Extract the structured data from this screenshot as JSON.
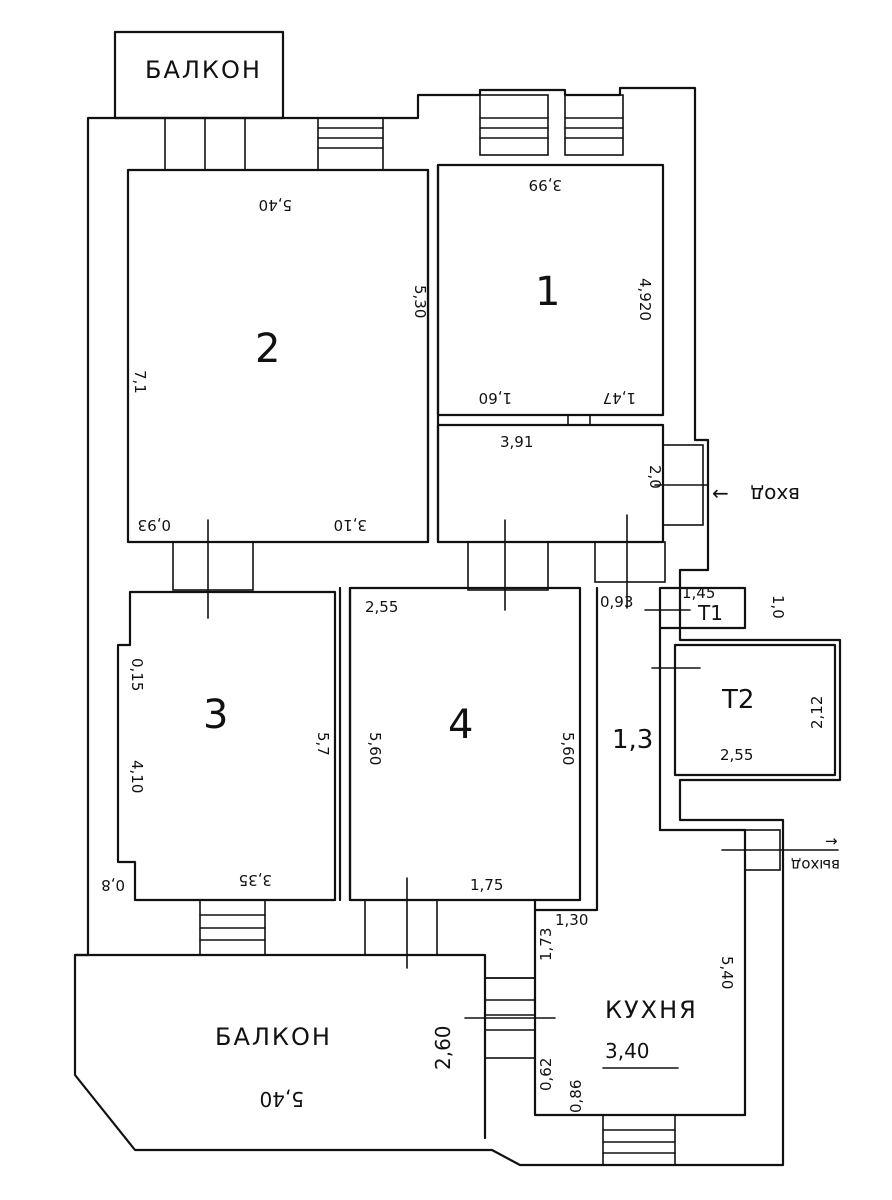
{
  "rooms": {
    "room1": "1",
    "room2": "2",
    "room3": "3",
    "room4": "4",
    "t1": "T1",
    "t2": "T2",
    "kitchen": "КУХНЯ",
    "balcony_top": "БАЛКОН",
    "balcony_bottom": "БАЛКОН"
  },
  "entrances": {
    "main": "вход",
    "kitchen_side": "выход"
  },
  "dimensions": {
    "r2_width": "5,40",
    "r2_height": "5,30",
    "r2_left": "7,1",
    "r2_bottom_left": "0,93",
    "r2_bottom": "3,10",
    "r1_width": "3,99",
    "r1_height": "4,920",
    "r1_inner_a": "1,60",
    "r1_inner_b": "1,47",
    "hall_width": "3,91",
    "hall_side": "2,0",
    "r3_top_left": "0,15",
    "r3_left": "4,10",
    "r3_bottom_left": "0,8",
    "r3_bottom": "3,35",
    "r3_right": "5,7",
    "r4_top": "2,55",
    "r4_left": "5,60",
    "r4_right": "5,60",
    "r4_bottom": "1,75",
    "corridor_top": "0,93",
    "t1_width": "1,45",
    "t1_side": "1,0",
    "corridor": "1,3",
    "t2_height": "2,12",
    "t2_width": "2,55",
    "kitchen_top": "1,30",
    "kitchen_top_left": "1,73",
    "kitchen_right": "5,40",
    "kitchen_width": "3,40",
    "kitchen_small_a": "0,62",
    "kitchen_small_b": "0,86",
    "balcony_height": "2,60",
    "balcony_length": "5,40"
  }
}
